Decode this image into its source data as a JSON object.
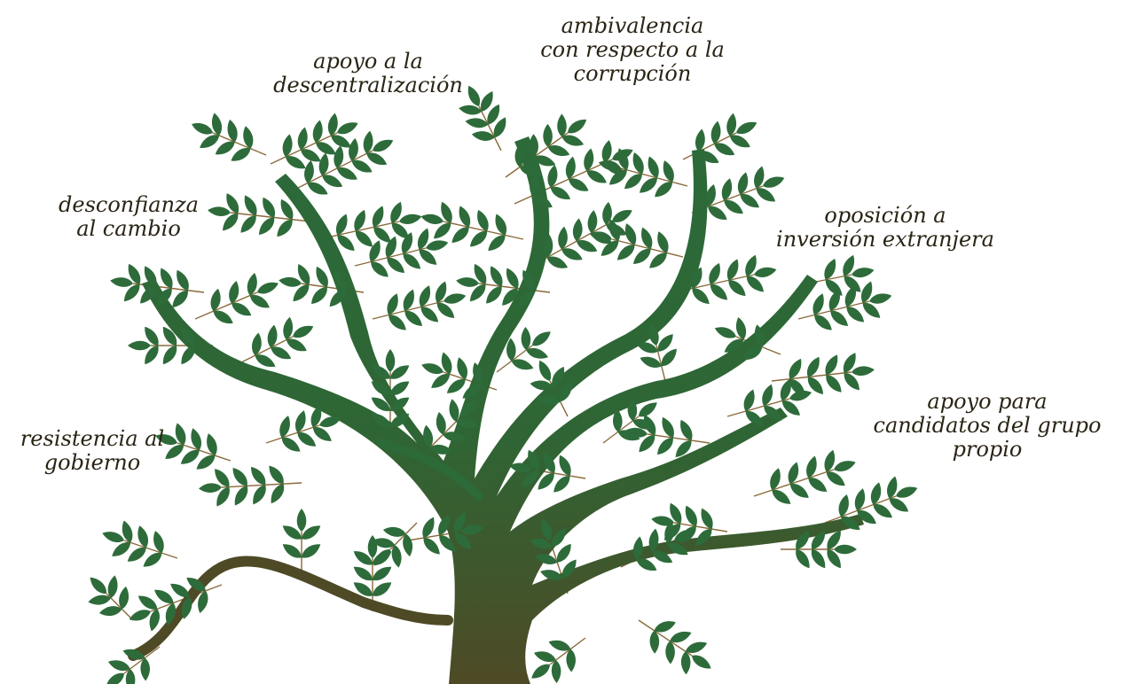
{
  "diagram": {
    "colors": {
      "leaf": "#2e6b3a",
      "trunk_top": "#2c6a3a",
      "trunk_bottom": "#4e4a26",
      "stem": "#8a6a3a",
      "text": "#2a2414",
      "background": "#ffffff"
    },
    "labels": [
      {
        "id": "ambivalencia",
        "lines": [
          "ambivalencia",
          "con respecto a la",
          "corrupción"
        ]
      },
      {
        "id": "apoyo-descentralizacion",
        "lines": [
          "apoyo a la",
          "descentralización"
        ]
      },
      {
        "id": "desconfianza",
        "lines": [
          "desconfianza",
          "al cambio"
        ]
      },
      {
        "id": "oposicion",
        "lines": [
          "oposición a",
          "inversión extranjera"
        ]
      },
      {
        "id": "resistencia",
        "lines": [
          "resistencia al",
          "gobierno"
        ]
      },
      {
        "id": "apoyo-candidatos",
        "lines": [
          "apoyo para",
          "candidatos del grupo",
          "propio"
        ]
      }
    ]
  }
}
